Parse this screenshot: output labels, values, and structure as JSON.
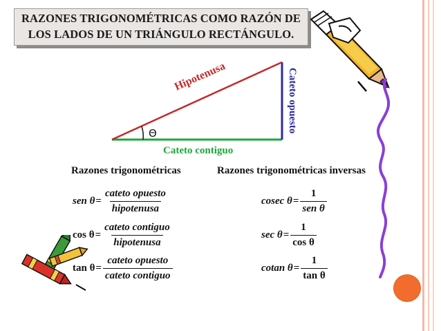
{
  "slide": {
    "title_line1": "RAZONES TRIGONOMÉTRICAS COMO RAZÓN DE",
    "title_line2": "LOS LADOS DE UN TRIÁNGULO RECTÁNGULO."
  },
  "triangle": {
    "hypotenuse_label": "Hipotenusa",
    "opposite_label": "Cateto opuesto",
    "adjacent_label": "Cateto contiguo",
    "angle_symbol": "Θ",
    "colors": {
      "hypotenuse": "#c22a2a",
      "opposite": "#2b2b9e",
      "adjacent": "#19a83a"
    }
  },
  "ratios": {
    "heading": "Razones trigonométricas",
    "items": [
      {
        "lhs": "sen θ",
        "numerator": "cateto opuesto",
        "denominator": "hipotenusa"
      },
      {
        "lhs": "cos θ",
        "numerator": "cateto contiguo",
        "denominator": "hipotenusa"
      },
      {
        "lhs": "tan θ",
        "numerator": "cateto opuesto",
        "denominator": "cateto contiguo"
      }
    ]
  },
  "inverse_ratios": {
    "heading": "Razones trigonométricas inversas",
    "items": [
      {
        "lhs": "cosec θ",
        "numerator": "1",
        "denominator": "sen θ"
      },
      {
        "lhs": "sec θ",
        "numerator": "1",
        "denominator": "cos θ"
      },
      {
        "lhs": "cotan θ",
        "numerator": "1",
        "denominator": "tan θ"
      }
    ]
  },
  "equals": "=",
  "decor": {
    "accent": "#f26d2d",
    "border": "#f3b8a6",
    "icons": [
      "pencil-icon",
      "crayons-icon",
      "squiggle-line"
    ]
  }
}
